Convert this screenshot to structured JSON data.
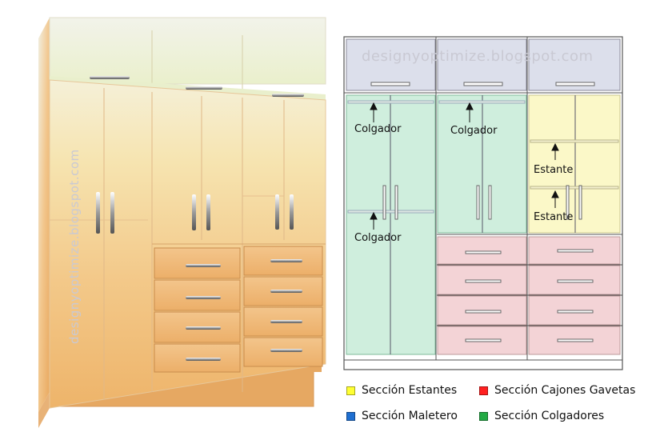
{
  "watermark": "designyoptimize.blogspot.com",
  "labels": {
    "colgador_1": "Colgador",
    "colgador_2": "Colgador",
    "colgador_3": "Colgador",
    "estante_1": "Estante",
    "estante_2": "Estante"
  },
  "legend": [
    {
      "label": "Sección Estantes",
      "color": "#ffff33"
    },
    {
      "label": "Sección Cajones Gavetas",
      "color": "#ff2020"
    },
    {
      "label": "Sección Maletero",
      "color": "#1f6fd1"
    },
    {
      "label": "Sección Colgadores",
      "color": "#22aa44"
    }
  ],
  "section_colors": {
    "maletero": "#dcdfeb",
    "colgadores": "#cfeedd",
    "estantes": "#fbf8c8",
    "cajones": "#f3d3d6"
  }
}
